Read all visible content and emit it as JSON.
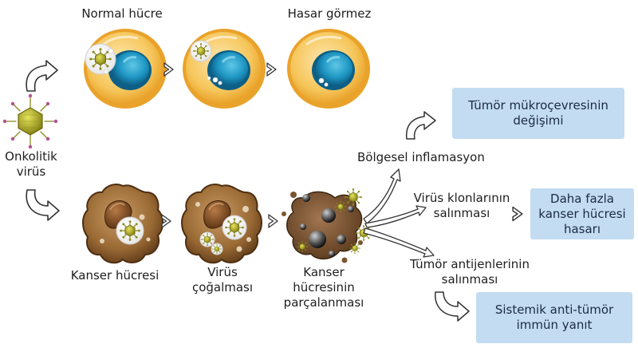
{
  "virus": {
    "label_line1": "Onkolitik",
    "label_line2": "virüs"
  },
  "normal_path": {
    "start_label": "Normal hücre",
    "end_label": "Hasar görmez"
  },
  "cancer_path": {
    "cancer_cell": "Kanser hücresi",
    "virus_replication_line1": "Virüs",
    "virus_replication_line2": "çoğalması",
    "lysis_line1": "Kanser",
    "lysis_line2": "hücresinin",
    "lysis_line3": "parçalanması"
  },
  "outcomes": {
    "inflammation": "Bölgesel inflamasyon",
    "clones_line1": "Virüs klonlarının",
    "clones_line2": "salınması",
    "antigens_line1": "Tümör antijenlerinin",
    "antigens_line2": "salınması"
  },
  "result_boxes": {
    "microenv_line1": "Tümör mükroçevresinin",
    "microenv_line2": "değişimi",
    "more_damage_line1": "Daha fazla",
    "more_damage_line2": "kanser hücresi",
    "more_damage_line3": "hasarı",
    "systemic_line1": "Sistemik anti-tümör",
    "systemic_line2": "immün yanıt"
  },
  "colors": {
    "normal_cell": "#f3b73a",
    "normal_cytoplasm": "#fbd98a",
    "nucleus": "#1f97c4",
    "cancer_cell": "#8b5a2b",
    "cancer_cytoplasm": "#b07a42",
    "virus": "#b5b326",
    "result_box": "#c3dcf1"
  }
}
